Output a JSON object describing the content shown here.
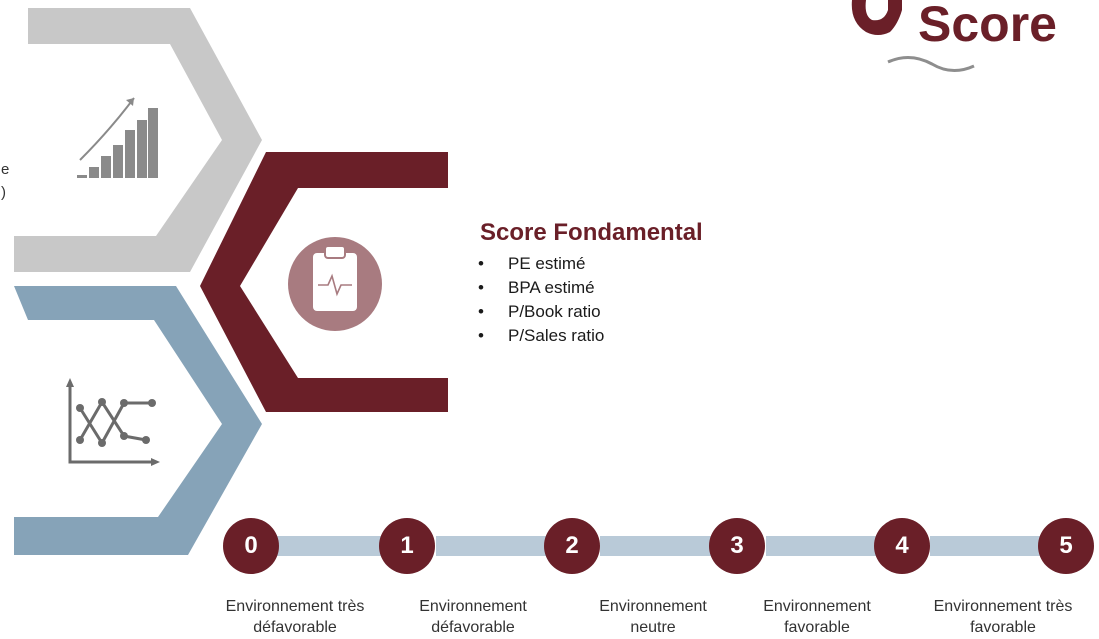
{
  "logo": {
    "word": "Score"
  },
  "left_cut_text": [
    "e",
    ")"
  ],
  "fundamental": {
    "title": "Score Fondamental",
    "bullet_char": "•",
    "items": [
      "PE estimé",
      "BPA estimé",
      "P/Book ratio",
      "P/Sales ratio"
    ]
  },
  "scale": {
    "steps": [
      {
        "number": "0",
        "label": "Environnement très défavorable"
      },
      {
        "number": "1",
        "label": "Environnement défavorable"
      },
      {
        "number": "2",
        "label": "Environnement neutre"
      },
      {
        "number": "3",
        "label": "Environnement favorable"
      },
      {
        "number": "4",
        "label": "Environnement très favorable"
      },
      {
        "number": "5",
        "label": ""
      }
    ]
  },
  "icons": {
    "top": "growth-bar-chart-icon",
    "middle": "clipboard-heartbeat-icon",
    "bottom": "line-chart-icon"
  },
  "colors": {
    "grey_chevron": "#c8c8c8",
    "maroon": "#6a1f28",
    "blue_chevron": "#86a3b8",
    "connector": "#b9cad8",
    "icon_circle": "#a87b80"
  }
}
